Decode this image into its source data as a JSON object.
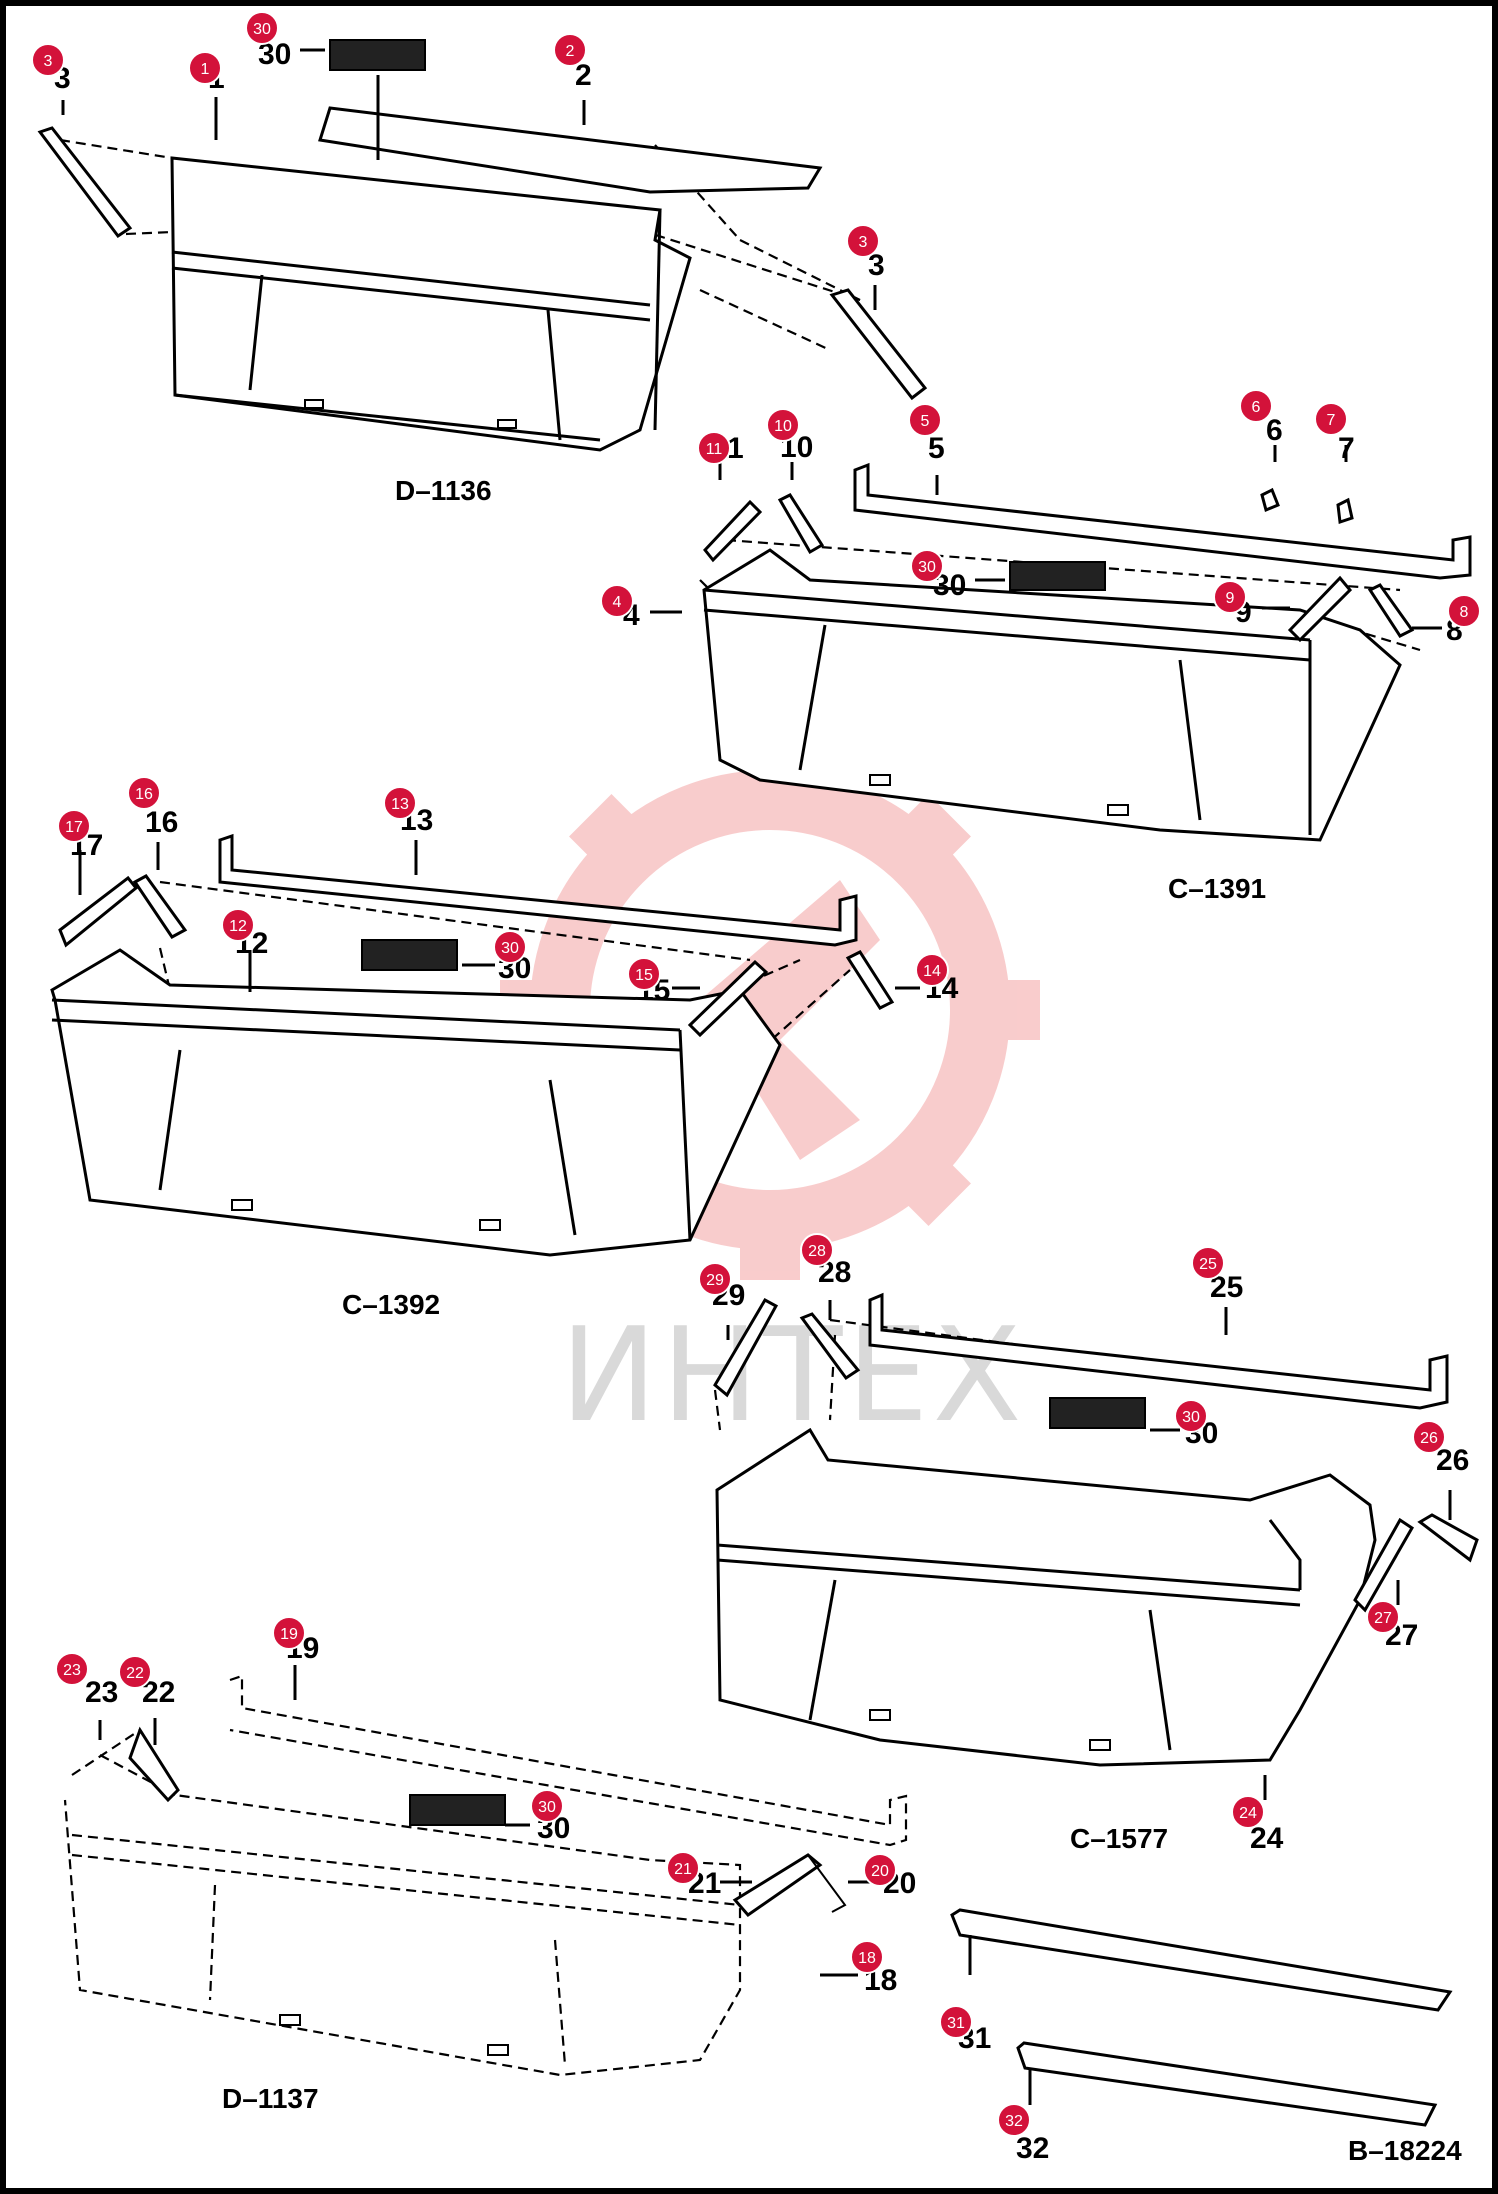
{
  "assemblies": [
    {
      "id": "D-1136",
      "caption": "D–1136"
    },
    {
      "id": "C-1391",
      "caption": "C–1391"
    },
    {
      "id": "C-1392",
      "caption": "C–1392"
    },
    {
      "id": "C-1577",
      "caption": "C–1577"
    },
    {
      "id": "D-1137",
      "caption": "D–1137"
    }
  ],
  "figure_code": "B–18224",
  "watermark": "ИНТЕХ",
  "callouts": [
    "1",
    "2",
    "3",
    "4",
    "5",
    "6",
    "7",
    "8",
    "9",
    "10",
    "11",
    "12",
    "13",
    "14",
    "15",
    "16",
    "17",
    "18",
    "19",
    "20",
    "21",
    "22",
    "23",
    "24",
    "25",
    "26",
    "27",
    "28",
    "29",
    "30",
    "31",
    "32"
  ],
  "colors": {
    "badge": "#d3123a",
    "watermark": "#f4a3a3",
    "line": "#000000"
  }
}
